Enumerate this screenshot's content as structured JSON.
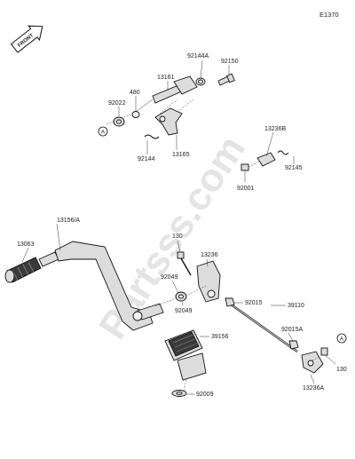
{
  "diagram_code": "E1370",
  "front_label": "FRONT",
  "watermark": "Partsss.com",
  "ref_marker": "A",
  "parts": {
    "p92144A": "92144A",
    "p92150": "92150",
    "p13161": "13161",
    "p480": "480",
    "p92022": "92022",
    "p92144": "92144",
    "p13165": "13165",
    "p13236B": "13236B",
    "p92145": "92145",
    "p92001": "92001",
    "p13156A": "13156/A",
    "p13063": "13063",
    "p130a": "130",
    "p13236": "13236",
    "p92049a": "92049",
    "p92049b": "92049",
    "p92015a": "92015",
    "p39110": "39110",
    "p92015b": "92015A",
    "p39156": "39156",
    "p130b": "130",
    "p13236A": "13236A",
    "p92009": "92009"
  }
}
